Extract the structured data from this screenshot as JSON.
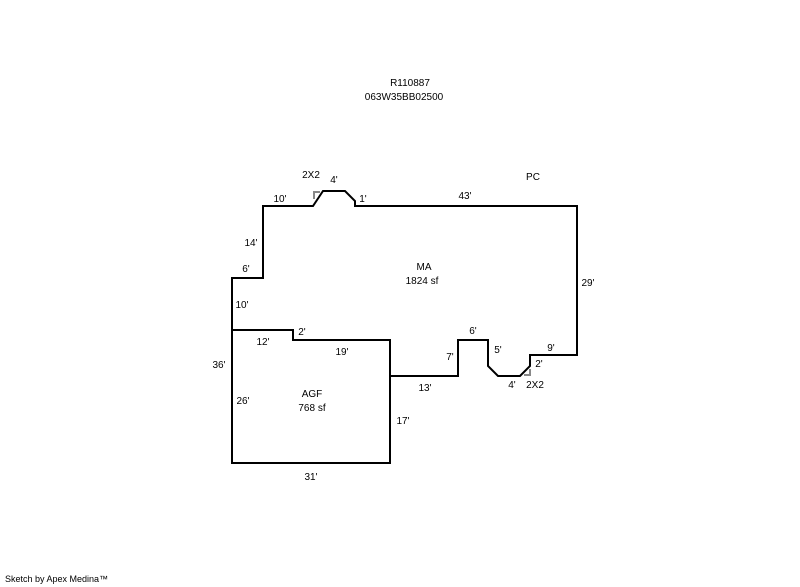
{
  "header": {
    "parcel_id": "R110887",
    "map_number": "063W35BB02500"
  },
  "areas": [
    {
      "code": "MA",
      "area": "1824 sf"
    },
    {
      "code": "AGF",
      "area": "768 sf"
    }
  ],
  "labels": {
    "pc": "PC",
    "bay_top": "2X2",
    "bay_bottom": "2X2",
    "dims": [
      "10'",
      "4'",
      "1'",
      "43'",
      "14'",
      "6'",
      "10'",
      "29'",
      "36'",
      "12'",
      "2'",
      "19'",
      "6'",
      "7'",
      "5'",
      "9'",
      "2'",
      "4'",
      "13'",
      "26'",
      "17'",
      "31'"
    ]
  },
  "footer": "Sketch by Apex Medina™"
}
